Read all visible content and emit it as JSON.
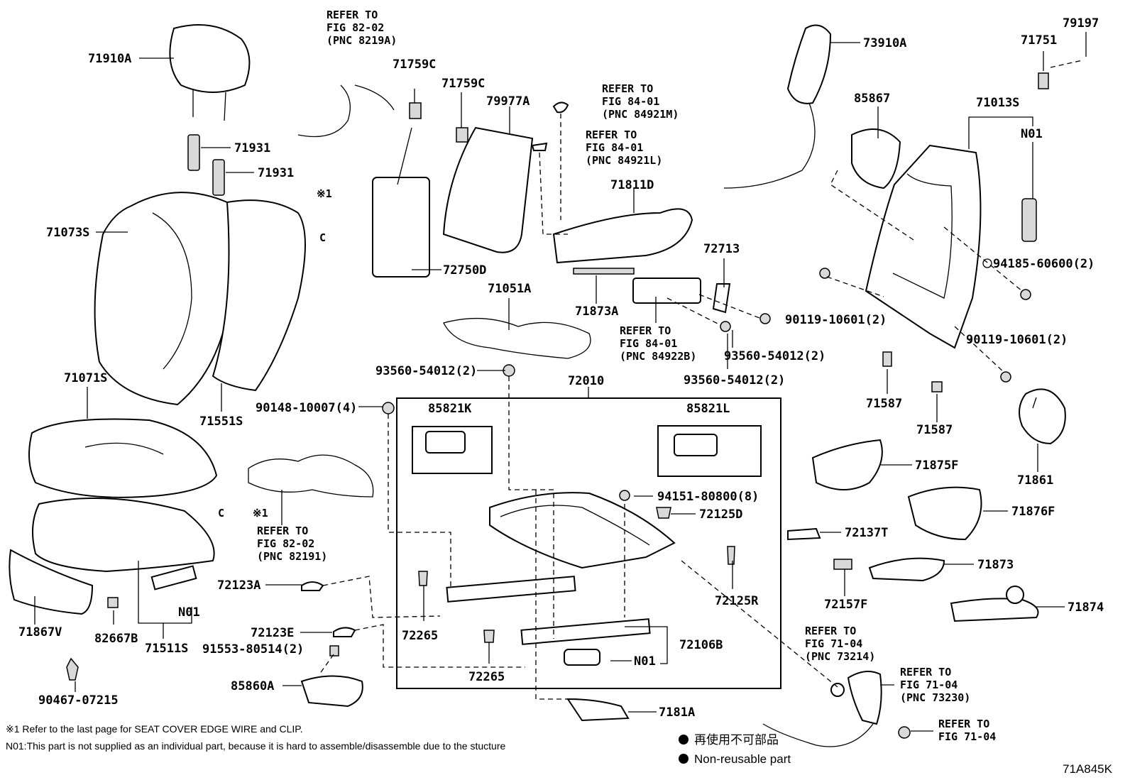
{
  "diagram_code": "71A845K",
  "part_labels": [
    "71910A",
    "71931",
    "71931",
    "71073S",
    "71071S",
    "71551S",
    "71867V",
    "82667B",
    "71511S",
    "N01",
    "90467-07215",
    "72123A",
    "72123E",
    "91553-80514(2)",
    "85860A",
    "90148-10007(4)",
    "71759C",
    "71759C",
    "79977A",
    "72750D",
    "71811D",
    "71873A",
    "71051A",
    "93560-54012(2)",
    "72713",
    "93560-54012(2)",
    "93560-54012(2)",
    "72010",
    "85821K",
    "85821L",
    "94151-80800(8)",
    "72125D",
    "72125R",
    "72265",
    "72265",
    "72106B",
    "N01",
    "7181A",
    "73910A",
    "85867",
    "71751",
    "79197",
    "71013S",
    "N01",
    "94185-60600(2)",
    "90119-10601(2)",
    "90119-10601(2)",
    "71587",
    "71587",
    "71861",
    "71875F",
    "71876F",
    "72137T",
    "71873",
    "72157F",
    "71874"
  ],
  "refs": [
    {
      "lines": [
        "REFER TO",
        "FIG 82-02",
        "(PNC 8219A)"
      ]
    },
    {
      "lines": [
        "REFER TO",
        "FIG 84-01",
        "(PNC 84921M)"
      ]
    },
    {
      "lines": [
        "REFER TO",
        "FIG 84-01",
        "(PNC 84921L)"
      ]
    },
    {
      "lines": [
        "REFER TO",
        "FIG 84-01",
        "(PNC 84922B)"
      ]
    },
    {
      "lines": [
        "REFER TO",
        "FIG 82-02",
        "(PNC 82191)"
      ]
    },
    {
      "lines": [
        "REFER TO",
        "FIG 71-04",
        "(PNC 73214)"
      ]
    },
    {
      "lines": [
        "REFER TO",
        "FIG 71-04",
        "(PNC 73230)"
      ]
    },
    {
      "lines": [
        "REFER TO",
        "FIG 71-04"
      ]
    }
  ],
  "marker": "※1",
  "footnotes": {
    "note1": "※1 Refer to the last page for SEAT COVER EDGE WIRE and CLIP.",
    "note2": "N01:This part is not supplied as an individual part, because it is hard to assemble/disassemble due to the stucture"
  },
  "legend": {
    "jp": "再使用不可部品",
    "en": "Non-reusable part"
  }
}
